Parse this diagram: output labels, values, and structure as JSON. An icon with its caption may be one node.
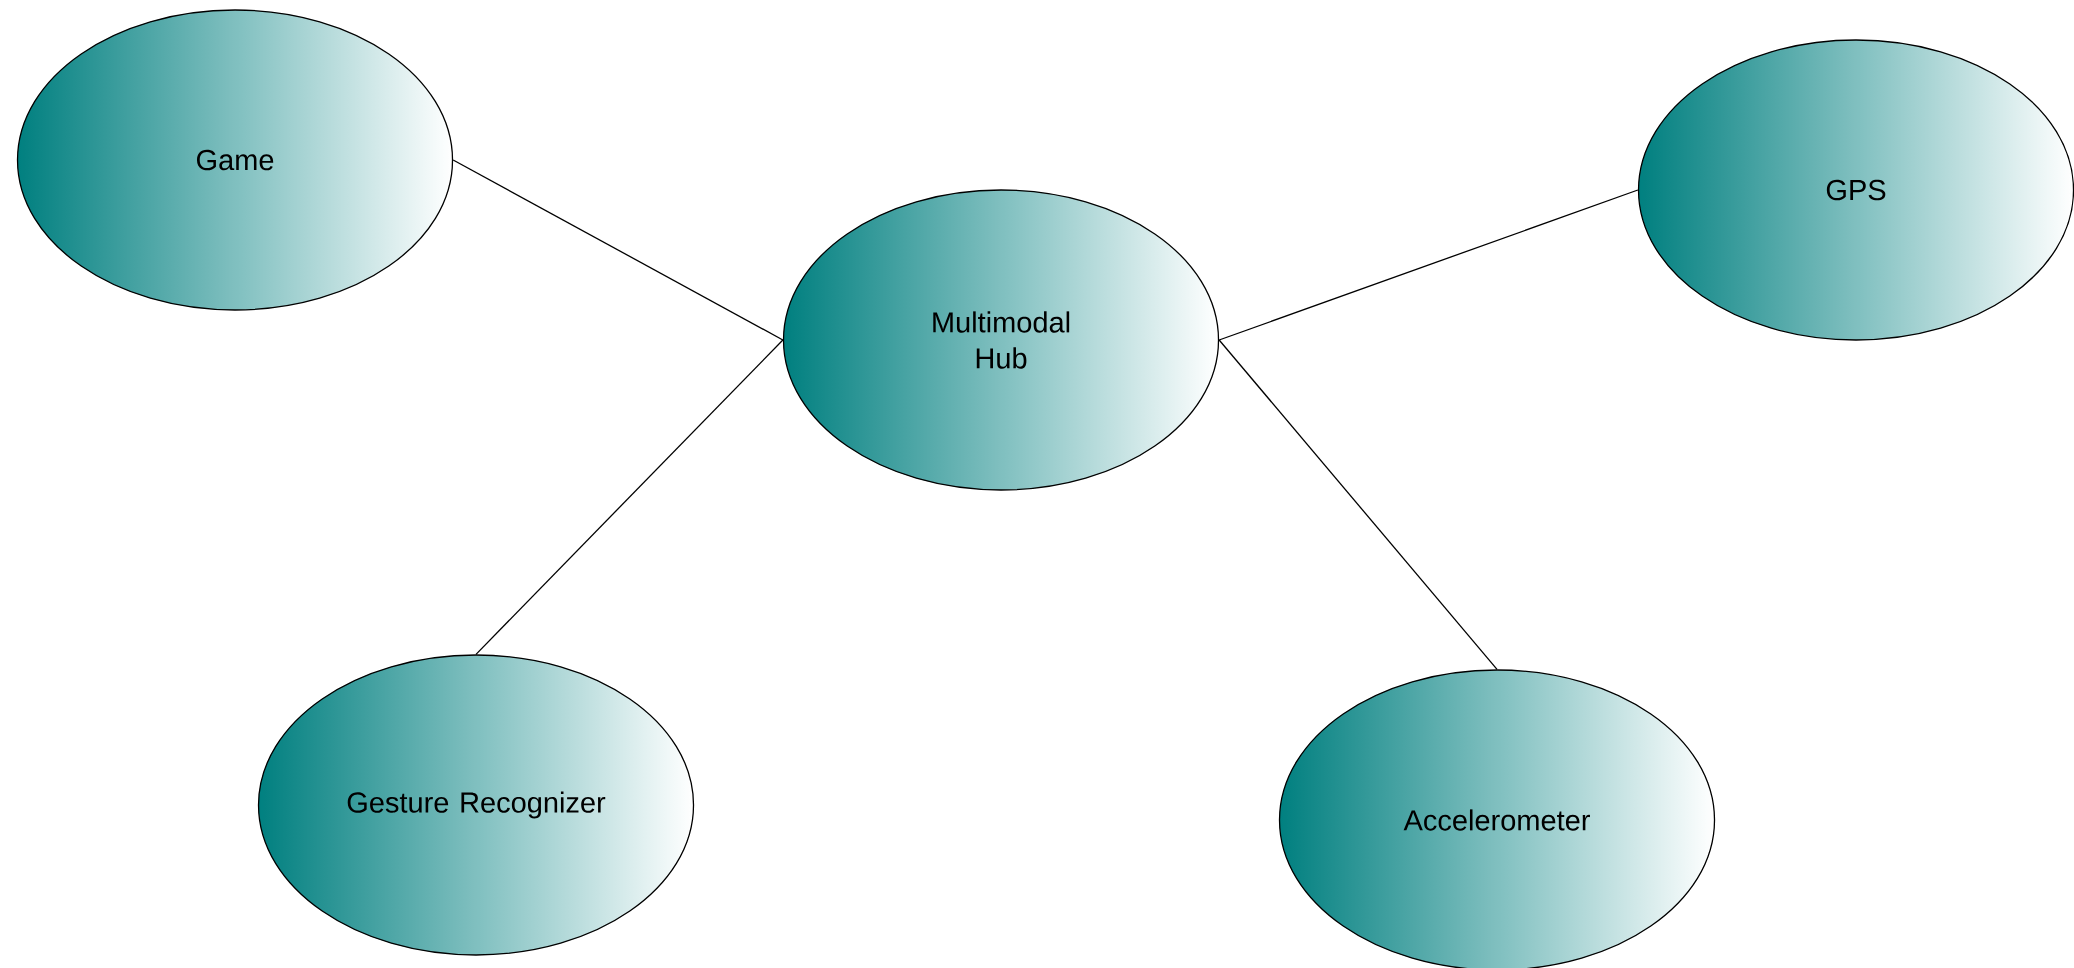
{
  "diagram": {
    "nodes": [
      {
        "text": [
          "Game"
        ]
      },
      {
        "text": [
          "Multimodal Hub"
        ]
      },
      {
        "text": [
          "GPS"
        ]
      },
      {
        "text": [
          "Gesture Recognizer"
        ]
      },
      {
        "text": [
          "Accelerometer"
        ]
      }
    ],
    "edges": [
      {
        "from": 0,
        "to": 1,
        "arrow": "none"
      },
      {
        "from": 1,
        "to": 2,
        "arrow": "none"
      },
      {
        "from": 1,
        "to": 3,
        "arrow": "none"
      },
      {
        "from": 1,
        "to": 4,
        "arrow": "none"
      }
    ]
  }
}
